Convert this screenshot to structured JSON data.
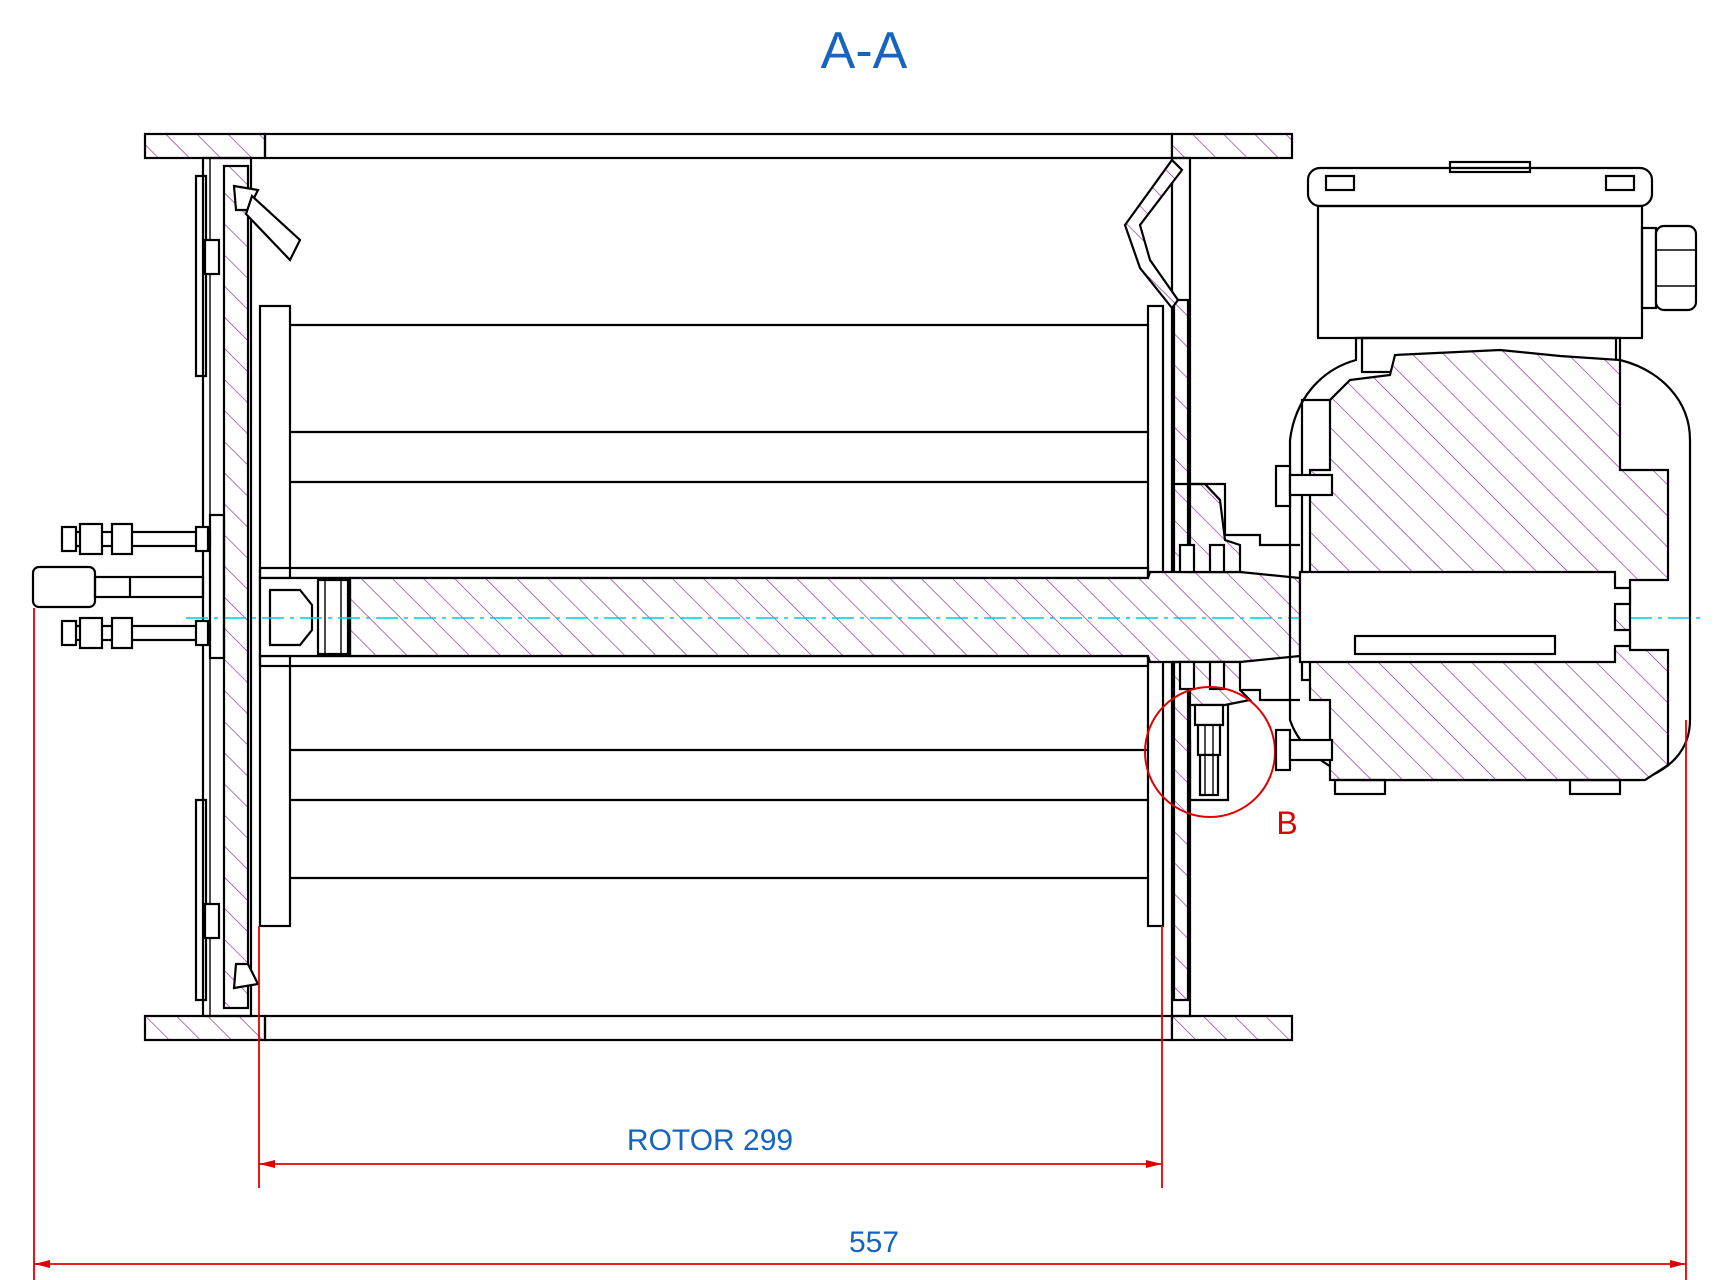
{
  "view_title": "A-A",
  "dimensions": {
    "rotor_label": "ROTOR 299",
    "overall_label": "557"
  },
  "detail_marker": "B",
  "colors": {
    "title": "#1565c0",
    "dimension_line": "#e00000",
    "hatch": "#8a2b9e",
    "centerline": "#00c8e8"
  }
}
